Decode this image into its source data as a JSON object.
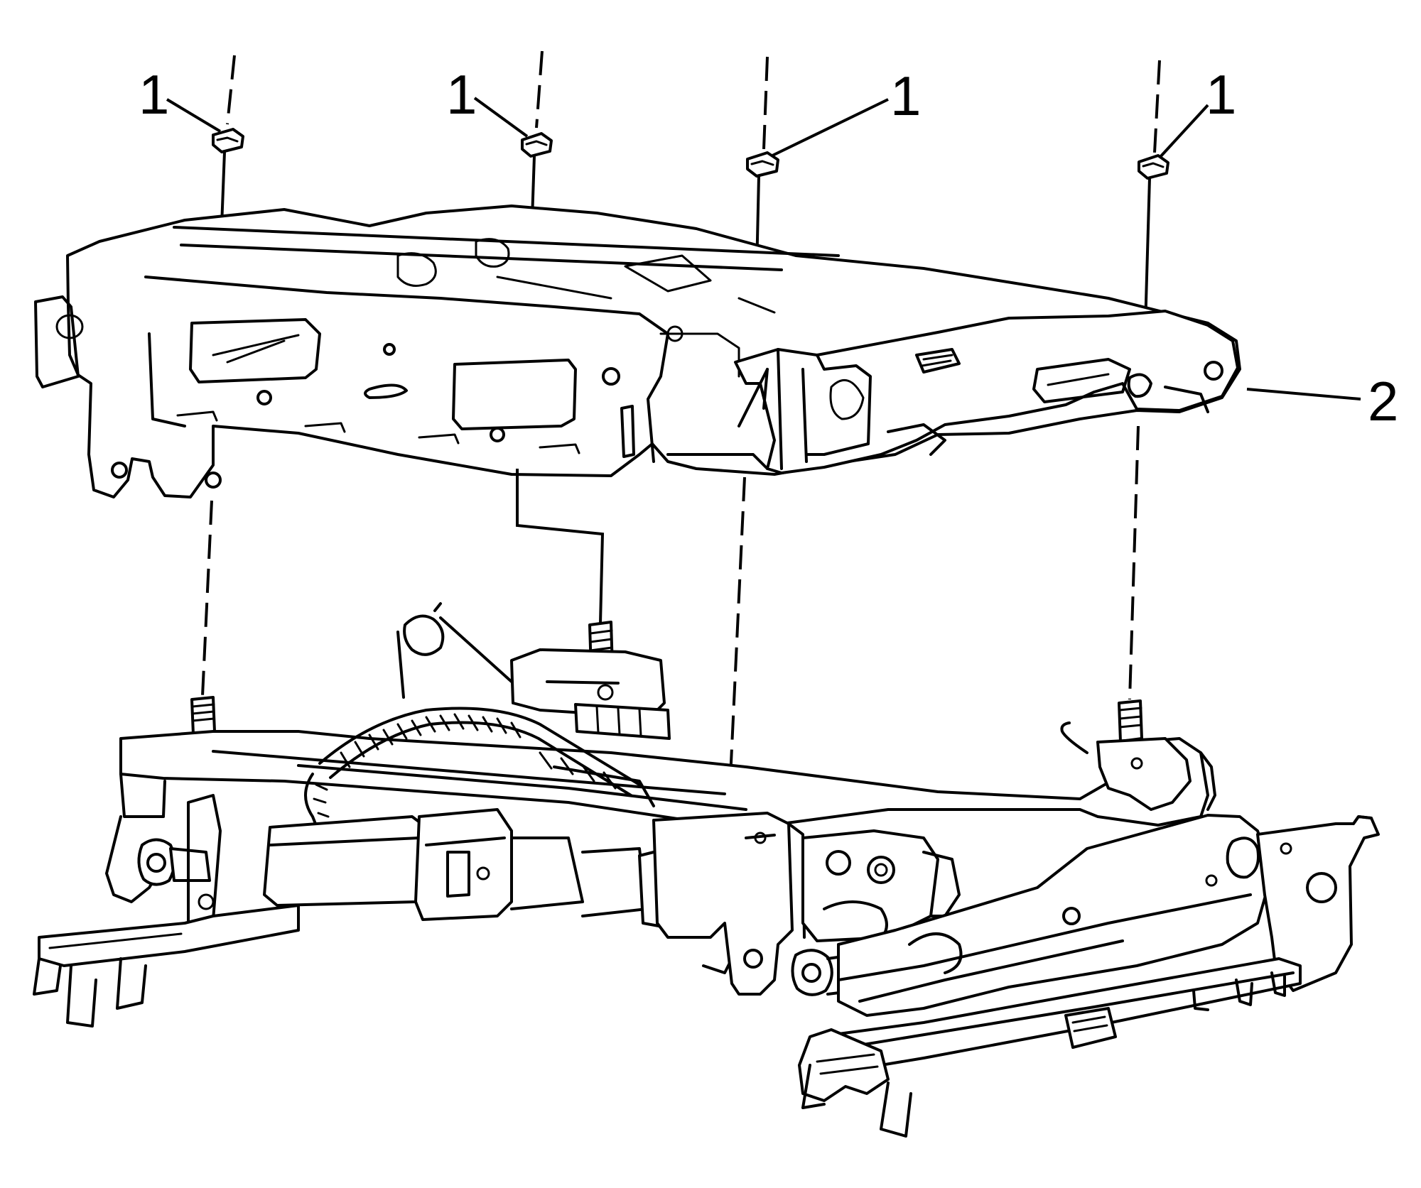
{
  "callouts": {
    "nut_a": "1",
    "nut_b": "1",
    "nut_c": "1",
    "nut_d": "1",
    "bracket": "2"
  },
  "colors": {
    "line": "#000000",
    "background": "#ffffff"
  }
}
